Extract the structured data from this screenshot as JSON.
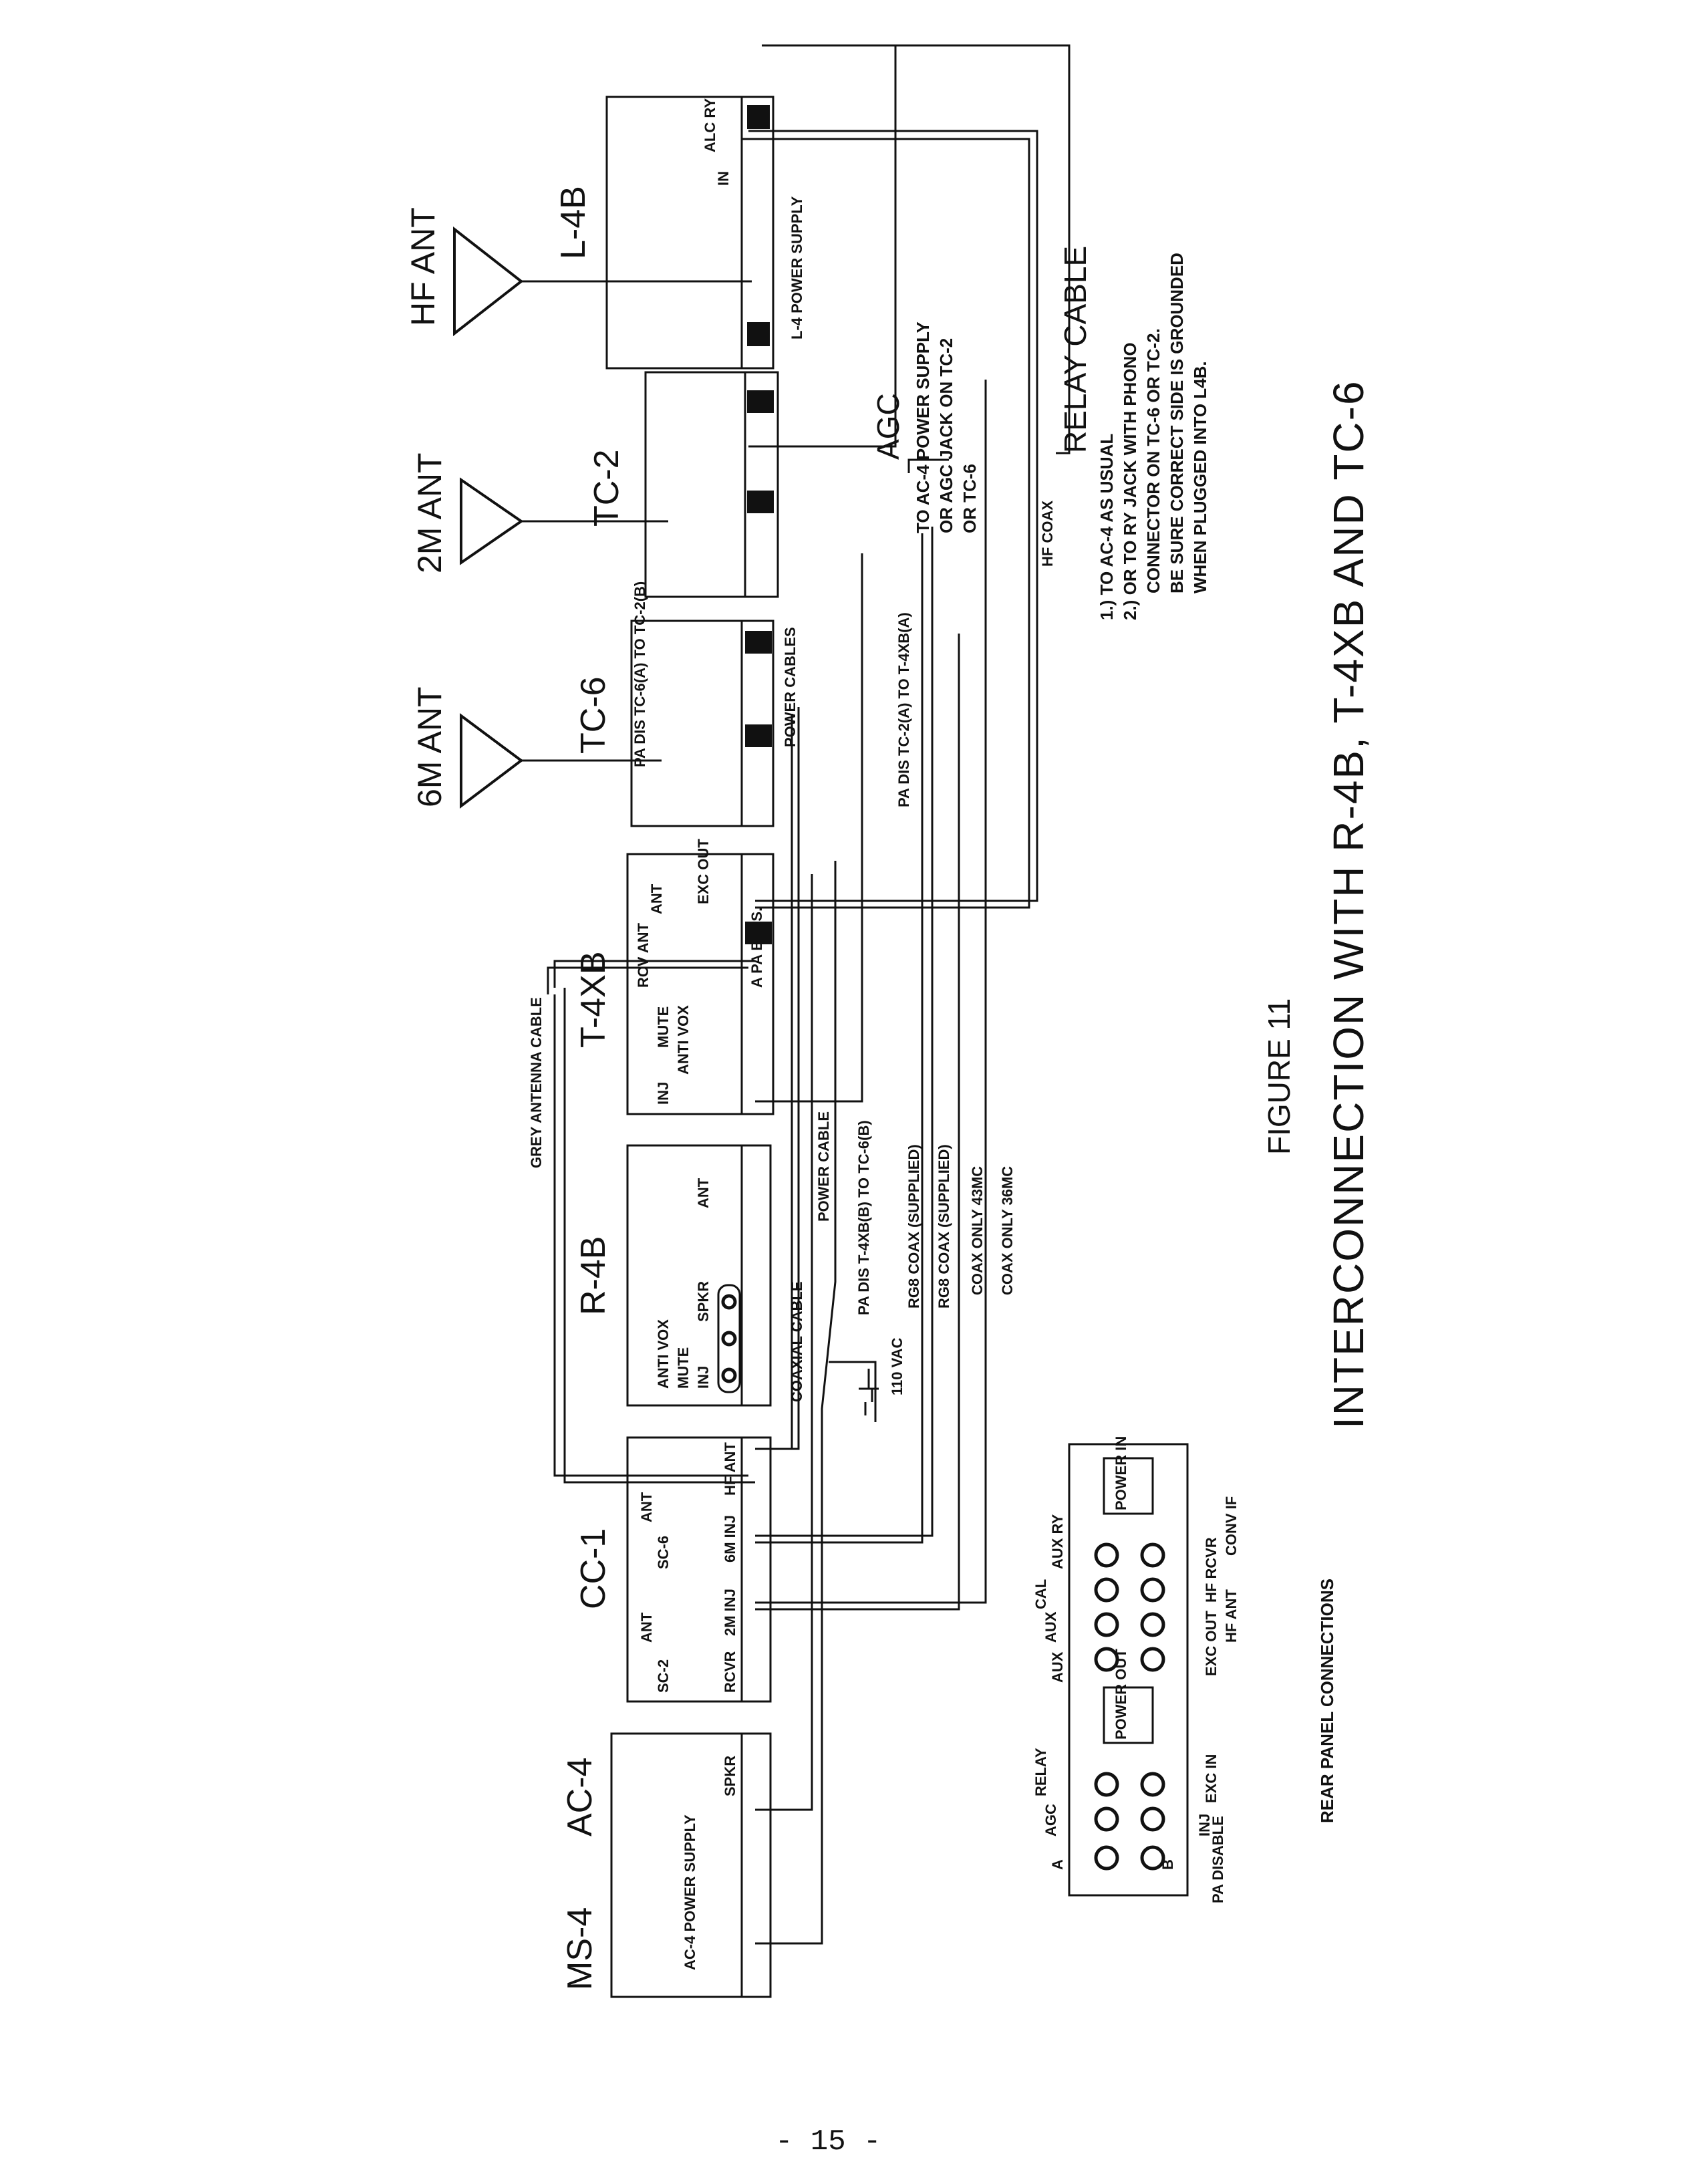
{
  "units": {
    "ms4": "MS-4",
    "ac4": "AC-4",
    "cc1": "CC-1",
    "r4b": "R-4B",
    "t4xb": "T-4XB",
    "tc6": "TC-6",
    "tc2": "TC-2",
    "l4b": "L-4B"
  },
  "antennas": {
    "six_m": "6M ANT",
    "two_m": "2M ANT",
    "hf": "HF ANT"
  },
  "panel_labels": {
    "ac4_supply": "AC-4 POWER SUPPLY",
    "spkr": "SPKR",
    "sc2": "SC-2",
    "ant": "ANT",
    "rcvr": "RCVR",
    "inj2m": "2M INJ",
    "sc6": "SC-6",
    "inj6m": "6M INJ",
    "hf_ant": "HF ANT",
    "inj": "INJ",
    "mute": "MUTE",
    "antivox": "ANTI VOX",
    "r4b_spkr": "SPKR",
    "rcv_ant": "RCV ANT",
    "pa_dis": "A PA B DIS.",
    "exc_out": "EXC OUT",
    "l4_supply": "L-4 POWER SUPPLY",
    "in": "IN",
    "alc_ry": "ALC RY"
  },
  "cable_labels": {
    "grey_antenna": "GREY ANTENNA CABLE",
    "coaxial": "COAXIAL CABLE",
    "power_cable": "POWER CABLE",
    "vac": "110 VAC",
    "pa_dis_t4xb_tc6": "PA DIS T-4XB(B) TO TC-6(B)",
    "rg8_1": "RG8 COAX (SUPPLIED)",
    "rg8_2": "RG8 COAX (SUPPLIED)",
    "coax43": "COAX ONLY 43MC",
    "coax36": "COAX ONLY 36MC",
    "pa_dis_tc2_t4xb": "PA DIS TC-2(A) TO T-4XB(A)",
    "pa_dis_tc6_tc2": "PA DIS TC-6(A) TO TC-2(B)",
    "power_cables": "POWER CABLES",
    "hf_coax": "HF COAX",
    "agc": "AGC",
    "agc_note": [
      "TO AC-4 POWER SUPPLY",
      "OR AGC JACK ON TC-2",
      "OR TC-6"
    ],
    "relay": "RELAY CABLE",
    "relay_notes": [
      "1.) TO AC-4 AS USUAL",
      "2.) OR TO RY JACK WITH PHONO",
      "CONNECTOR ON TC-6 OR TC-2.",
      "BE SURE CORRECT SIDE IS GROUNDED",
      "WHEN PLUGGED INTO L4B."
    ]
  },
  "rear_panel": {
    "title": "REAR PANEL CONNECTIONS",
    "a": "A",
    "b": "B",
    "agc": "AGC",
    "relay": "RELAY",
    "power_out": "POWER OUT",
    "aux1": "AUX",
    "aux2": "AUX",
    "cal": "CAL",
    "aux_ry": "AUX RY",
    "power_in": "POWER IN",
    "inj": "INJ",
    "exc_in": "EXC IN",
    "exc_out": "EXC OUT",
    "hf_ant": "HF ANT",
    "hf_rcvr": "HF RCVR",
    "conv_if": "CONV IF",
    "pa_disable": "PA DISABLE"
  },
  "figure": "FIGURE 11",
  "title": "INTERCONNECTION WITH R-4B, T-4XB AND TC-6",
  "page_number": "- 15 -"
}
